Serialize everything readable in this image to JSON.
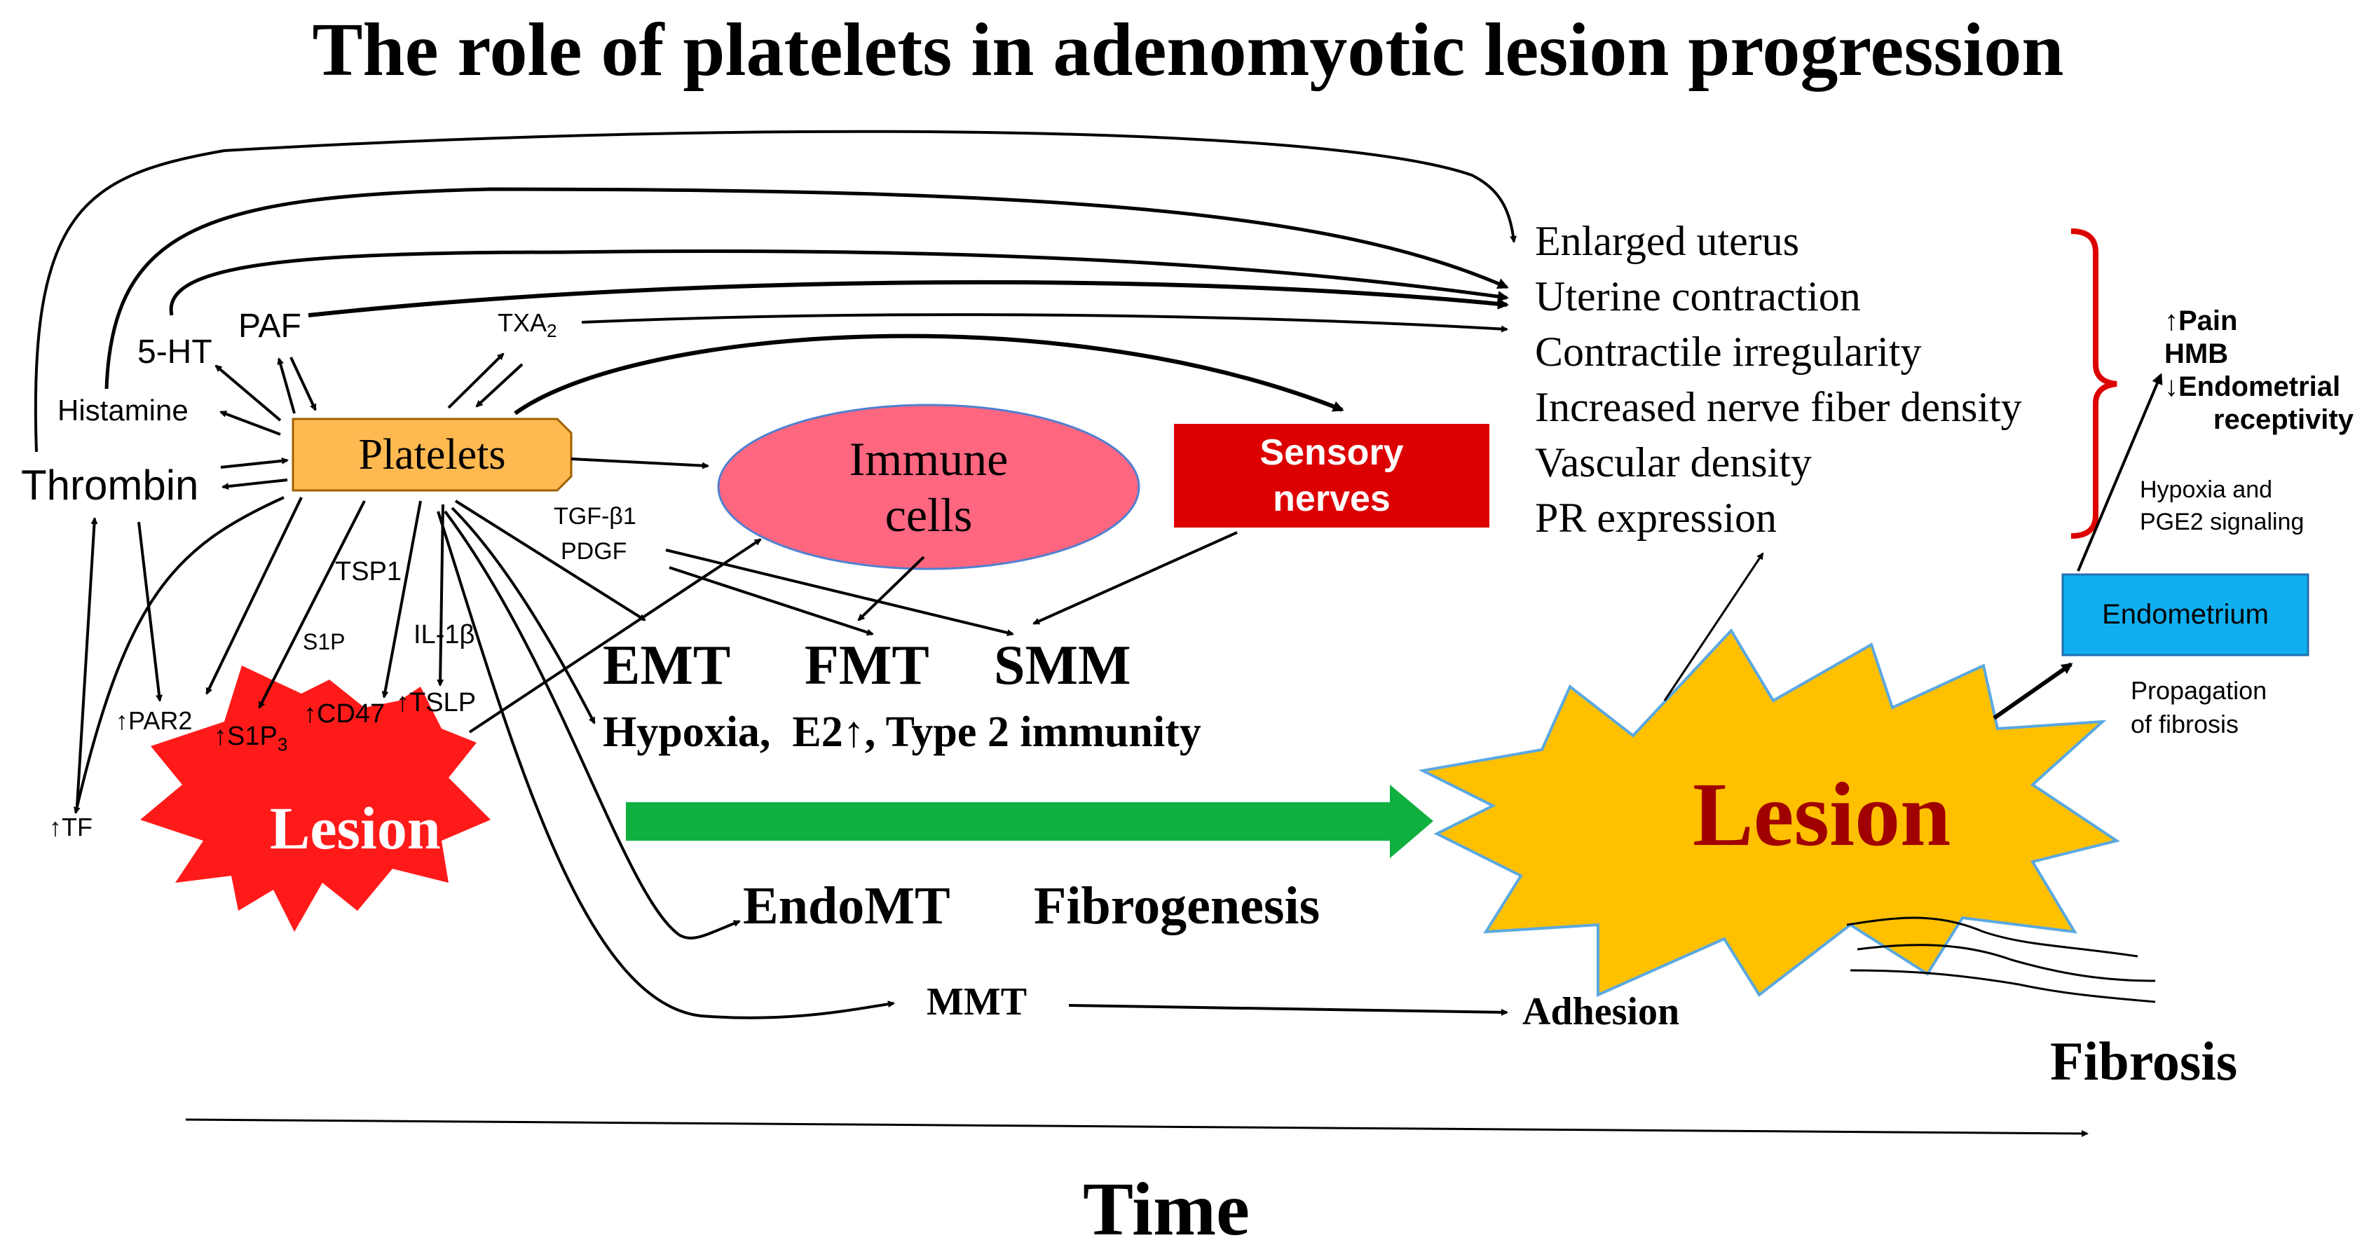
{
  "title": "The role of platelets in adenomyotic lesion progression",
  "nodes": {
    "platelets": "Platelets",
    "immune_cells_line1": "Immune",
    "immune_cells_line2": "cells",
    "sensory_nerves_line1": "Sensory",
    "sensory_nerves_line2": "nerves",
    "thrombin": "Thrombin",
    "histamine": "Histamine",
    "five_ht": "5-HT",
    "paf": "PAF",
    "txa2_base": "TXA",
    "txa2_sub": "2",
    "tf": "↑TF",
    "par2": "↑PAR2",
    "s1p3_base": "↑S1P",
    "s1p3_sub": "3",
    "cd47": "↑CD47",
    "tslp": "↑TSLP",
    "tsp1": "TSP1",
    "s1p": "S1P",
    "il1b": "IL-1β",
    "tgfb1": "TGF-β1",
    "pdgf": "PDGF",
    "emt": "EMT",
    "fmt": "FMT",
    "smm": "SMM",
    "hypoxia_line": "Hypoxia,  E2↑, Type 2 immunity",
    "lesion_small": "Lesion",
    "lesion_large": "Lesion",
    "endomt": "EndoMT",
    "fibrogenesis": "Fibrogenesis",
    "mmt": "MMT",
    "adhesion": "Adhesion",
    "fibrosis": "Fibrosis",
    "endometrium": "Endometrium",
    "propagation_line1": "Propagation",
    "propagation_line2": "of fibrosis",
    "hypoxia_pge2_line1": "Hypoxia and",
    "hypoxia_pge2_line2": "PGE2 signaling",
    "time": "Time"
  },
  "outcomes": [
    "Enlarged uterus",
    "Uterine contraction",
    "Contractile irregularity",
    "Increased nerve fiber density",
    "Vascular density",
    "PR expression"
  ],
  "symptoms": {
    "pain": "↑Pain",
    "hmb": "HMB",
    "receptivity_line1": "↓Endometrial",
    "receptivity_line2": "receptivity"
  },
  "colors": {
    "platelets_fill": "#FFB951",
    "immune_fill": "#FF6680",
    "sensory_fill": "#DD0000",
    "lesion_small_fill": "#FF1A1A",
    "lesion_large_fill": "#FFC000",
    "lesion_large_text": "#A00000",
    "endometrium_fill": "#10B0F0",
    "progression_arrow": "#10B040",
    "bracket": "#DD0000"
  }
}
